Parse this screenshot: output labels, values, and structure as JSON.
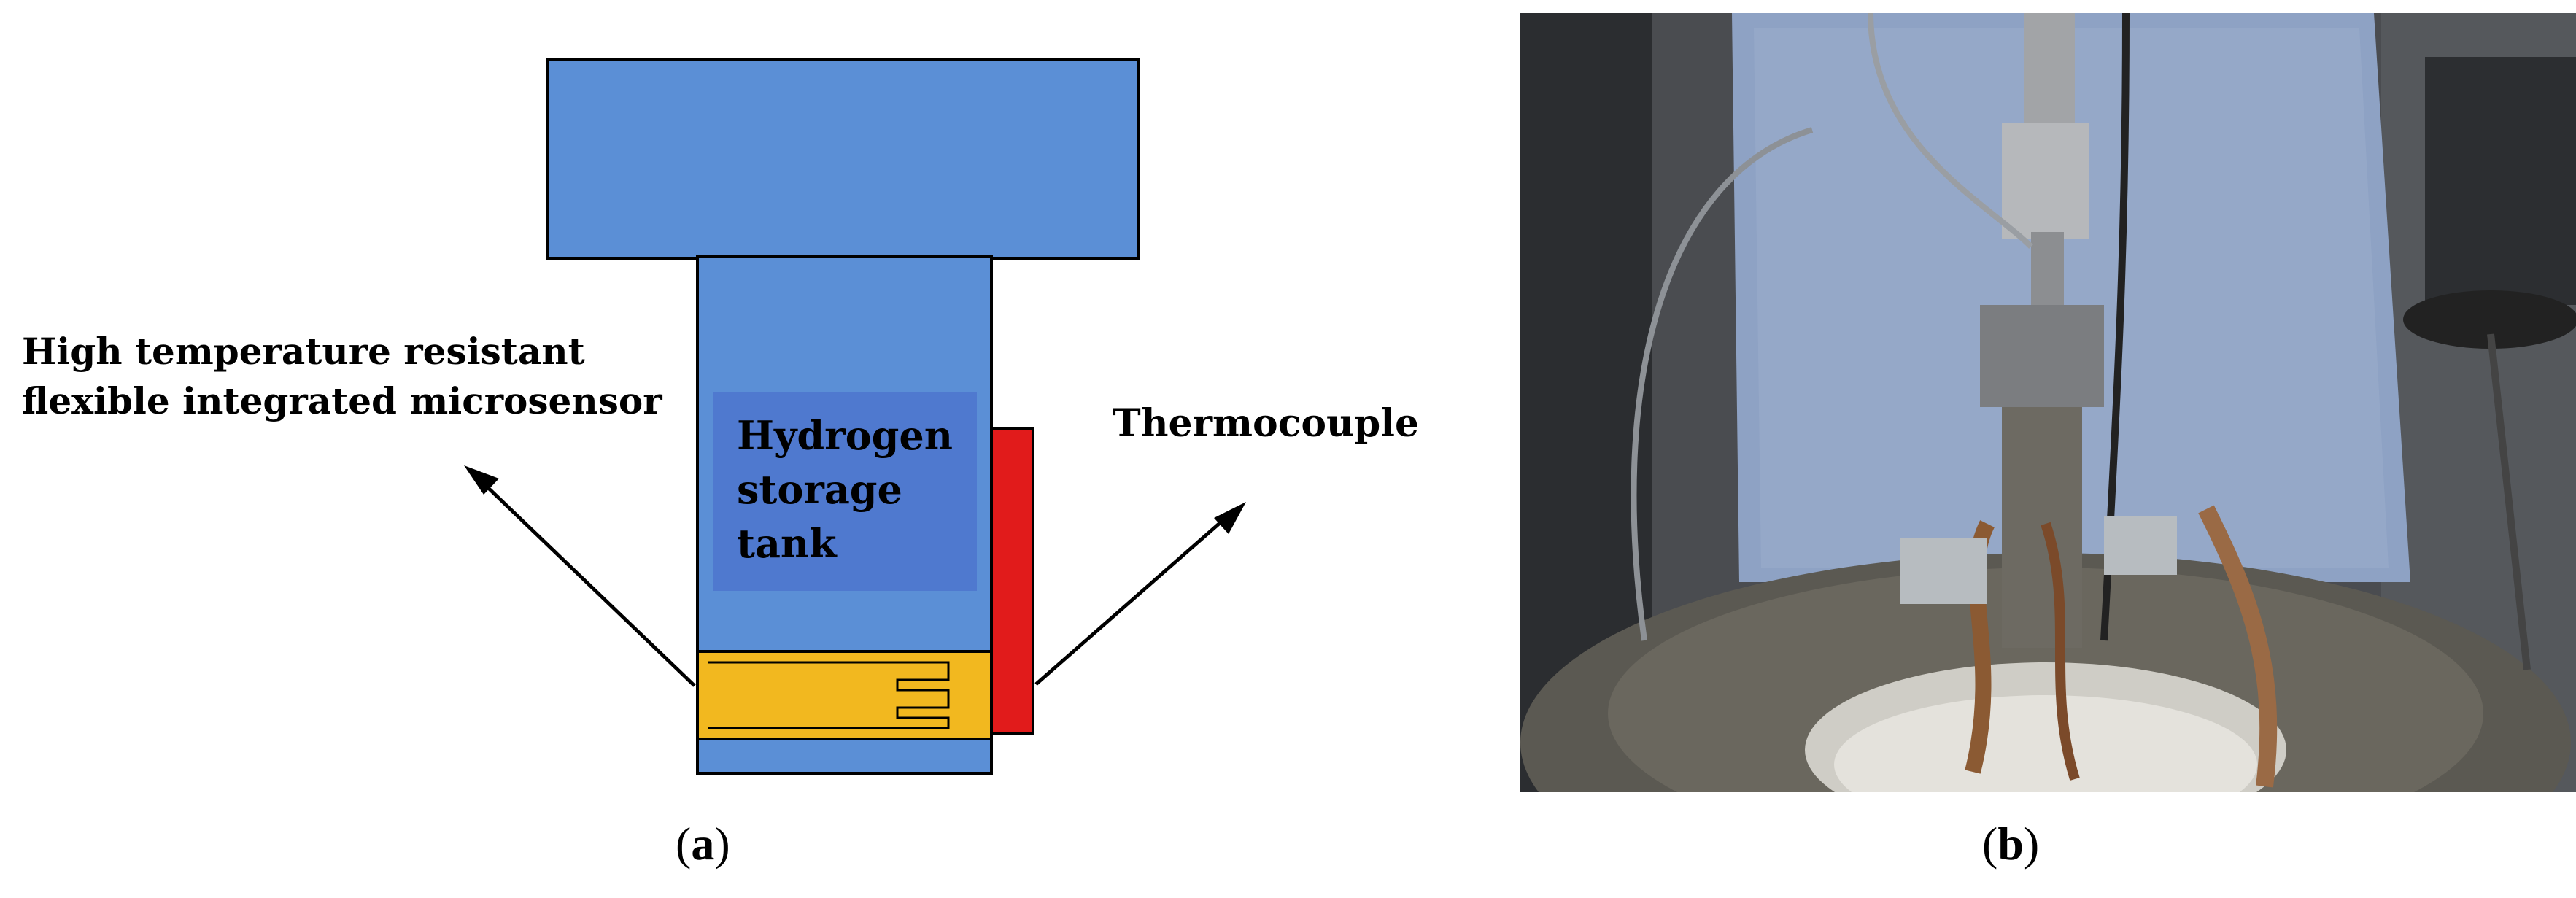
{
  "panel_a": {
    "sensor_label_line1": "High temperature  resistant",
    "sensor_label_line2": "flexible integrated  microsensor",
    "tank_label_line1": "Hydrogen",
    "tank_label_line2": "storage",
    "tank_label_line3": "tank",
    "thermocouple_label": "Thermocouple",
    "caption_letter": "a",
    "colors": {
      "tank_blue": "#5b8fd6",
      "tank_inner_blue": "#4f79cf",
      "sensor_yellow": "#f2b81f",
      "thermocouple_red": "#e11b1b"
    }
  },
  "panel_b": {
    "caption_letter": "b",
    "image_description_icon": "photo-of-experimental-setup"
  }
}
